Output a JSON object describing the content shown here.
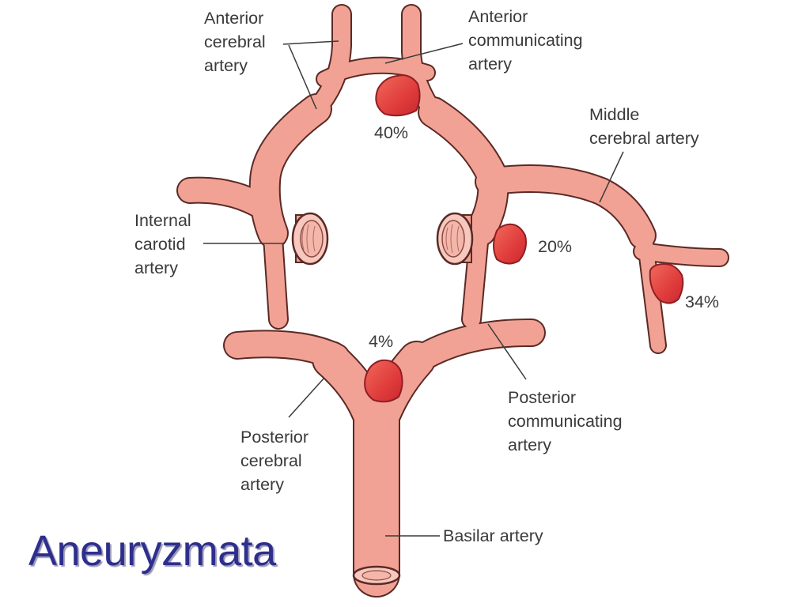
{
  "slide": {
    "title": "Aneuryzmata"
  },
  "colors": {
    "vessel_fill": "#f2a294",
    "vessel_outline": "#5a2a26",
    "aneurysm_fill": "#e03c3c",
    "lumen_fill": "#f7c8bd",
    "label_text": "#3a3a3a",
    "title_text": "#2e2e8e",
    "background": "#ffffff"
  },
  "diagram": {
    "labels": {
      "anterior_cerebral": [
        "Anterior",
        "cerebral",
        "artery"
      ],
      "anterior_communicating": [
        "Anterior",
        "communicating",
        "artery"
      ],
      "middle_cerebral": [
        "Middle",
        "cerebral artery"
      ],
      "internal_carotid": [
        "Internal",
        "carotid",
        "artery"
      ],
      "posterior_communicating": [
        "Posterior",
        "communicating",
        "artery"
      ],
      "posterior_cerebral": [
        "Posterior",
        "cerebral",
        "artery"
      ],
      "basilar": [
        "Basilar artery"
      ]
    },
    "aneurysm_frequencies": {
      "anterior_communicating": "40%",
      "internal_carotid_posterior_communicating": "20%",
      "middle_cerebral": "34%",
      "basilar_tip": "4%"
    }
  }
}
